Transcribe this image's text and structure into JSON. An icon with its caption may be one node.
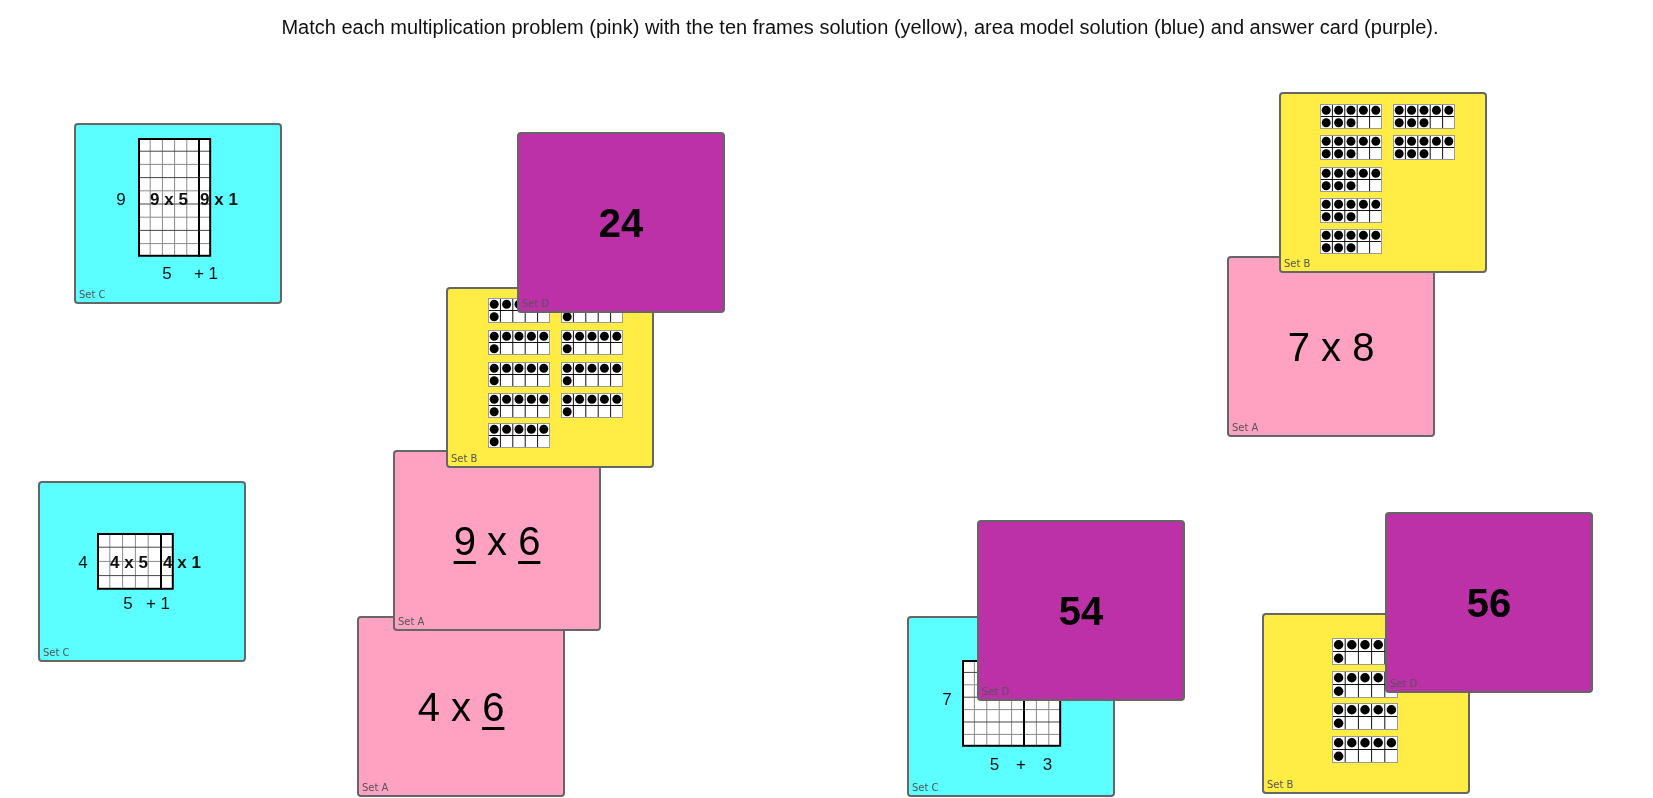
{
  "diagram": {
    "title": "Match each multiplication problem (pink) with the ten frames solution (yellow), area model solution (blue) and answer card (purple).",
    "nodes": [
      {
        "text": [
          "9",
          "9 x 5",
          "9 x 1",
          "5",
          "+ 1",
          "Set C"
        ]
      },
      {
        "text": [
          "4",
          "4 x 5",
          "4 x 1",
          "5",
          "+ 1",
          "Set C"
        ]
      },
      {
        "text": [
          "24",
          "Set D"
        ]
      },
      {
        "text": [
          "Set B"
        ]
      },
      {
        "text": [
          "9 x 6",
          "Set A"
        ]
      },
      {
        "text": [
          "4 x 6",
          "Set A"
        ]
      },
      {
        "text": [
          "Set B"
        ]
      },
      {
        "text": [
          "7 x 8",
          "Set A"
        ]
      },
      {
        "text": [
          "7",
          "5 + 3",
          "Set C"
        ]
      },
      {
        "text": [
          "54",
          "Set D"
        ]
      },
      {
        "text": [
          "Set B"
        ]
      },
      {
        "text": [
          "56",
          "Set D"
        ]
      }
    ]
  }
}
